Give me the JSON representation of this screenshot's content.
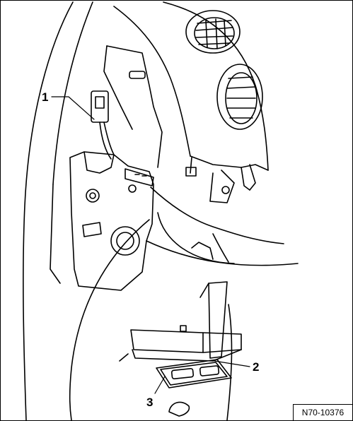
{
  "figure": {
    "reference_code": "N70-10376",
    "callouts": [
      {
        "label": "1"
      },
      {
        "label": "2"
      },
      {
        "label": "3"
      }
    ]
  }
}
